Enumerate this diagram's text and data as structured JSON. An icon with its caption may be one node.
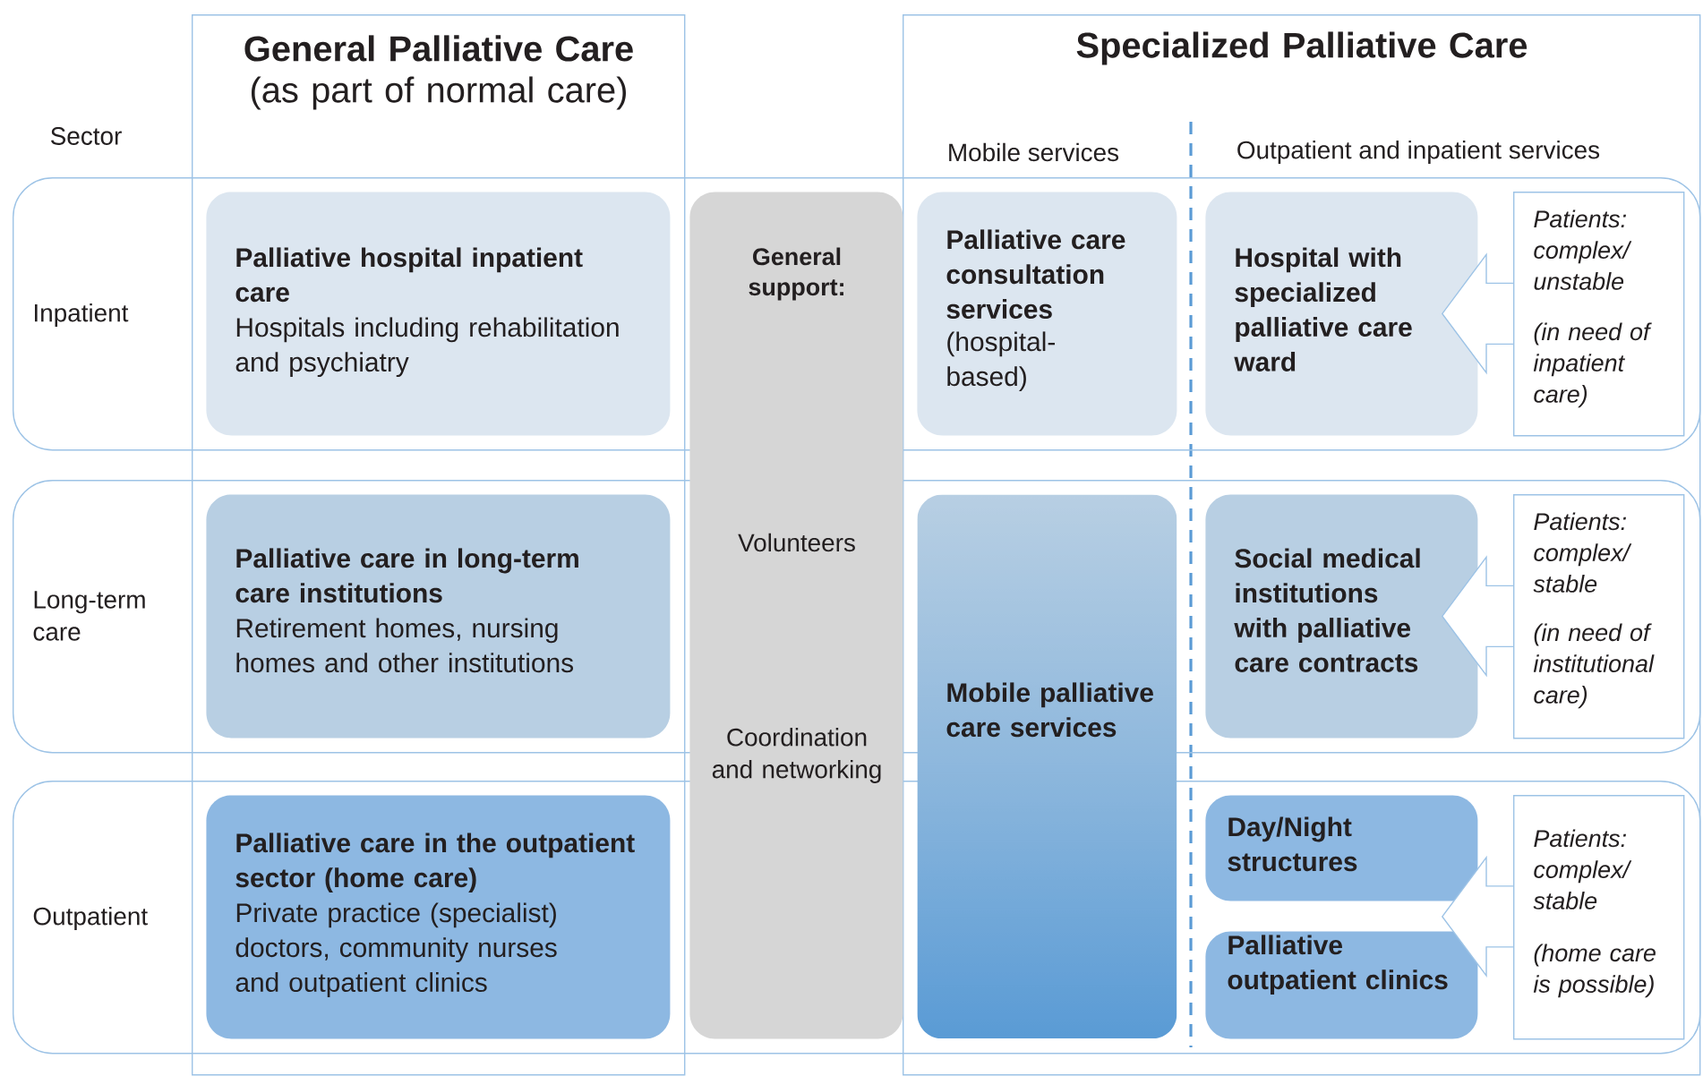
{
  "diagram": {
    "nodes": [
      {
        "text": [
          "General Palliative Care",
          "(as part of normal care)"
        ]
      },
      {
        "text": [
          "Specialized Palliative Care"
        ]
      },
      {
        "text": [
          "Inpatient"
        ]
      },
      {
        "text": [
          "Long-term care"
        ]
      },
      {
        "text": [
          "Outpatient"
        ]
      },
      {
        "text": [
          "Palliative hospital inpatient care",
          "Hospitals including rehabilitation and psychiatry"
        ]
      },
      {
        "text": [
          "Palliative care in long-term care institutions",
          "Retirement homes, nursing homes and other institutions"
        ]
      },
      {
        "text": [
          "Palliative care in the outpatient sector (home care)",
          "Private practice (specialist) doctors, community nurses and outpatient clinics"
        ]
      },
      {
        "text": [
          "General support:",
          "Volunteers",
          "Coordination and networking"
        ]
      },
      {
        "text": [
          "Palliative care consultation services",
          "(hospital-based)"
        ]
      },
      {
        "text": [
          "Mobile palliative care services"
        ]
      },
      {
        "text": [
          "Hospital with specialized palliative care ward"
        ]
      },
      {
        "text": [
          "Social medical institutions with palliative care contracts"
        ]
      },
      {
        "text": [
          "Day/Night structures"
        ]
      },
      {
        "text": [
          "Palliative outpatient clinics"
        ]
      },
      {
        "text": [
          "Patients: complex/ unstable",
          "(in need of inpatient care)"
        ]
      },
      {
        "text": [
          "Patients: complex/ stable",
          "(in need of institutional care)"
        ]
      },
      {
        "text": [
          "Patients: complex/ stable",
          "(home care is possible)"
        ]
      }
    ],
    "edges": [
      {
        "from": 15,
        "to": 11,
        "arrow": "to"
      },
      {
        "from": 16,
        "to": 12,
        "arrow": "to"
      },
      {
        "from": 17,
        "to": 13,
        "arrow": "to"
      },
      {
        "from": 17,
        "to": 14,
        "arrow": "to"
      }
    ],
    "labels": [
      "Sector",
      "Mobile services",
      "Outpatient and inpatient services"
    ]
  }
}
